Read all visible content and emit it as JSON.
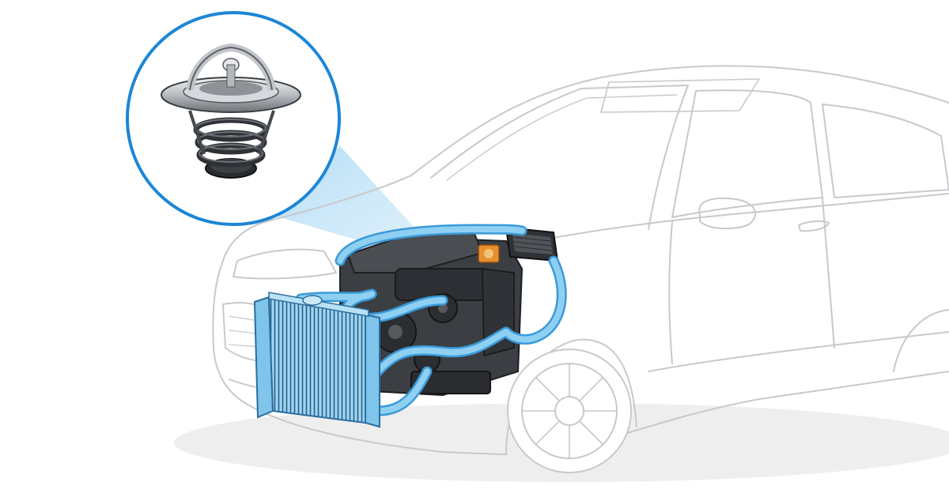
{
  "diagram": {
    "subject": "car-cooling-system-cutaway",
    "callout": {
      "component": "thermostat",
      "icon": "thermostat-icon"
    },
    "colors": {
      "accent": "#1d86d6",
      "coolant_hose": "#8fd0f2",
      "coolant_hose_outline": "#3a9ad9",
      "car_outline": "#c7c9cc",
      "engine": "#3b3e42",
      "engine_dark": "#26282b",
      "callout_beam": "#a8d8f5",
      "ground_shadow": "#eeeeee"
    },
    "parts": [
      "radiator",
      "engine-block",
      "coolant-hoses",
      "heater-core",
      "coolant-reservoir",
      "thermostat"
    ]
  }
}
